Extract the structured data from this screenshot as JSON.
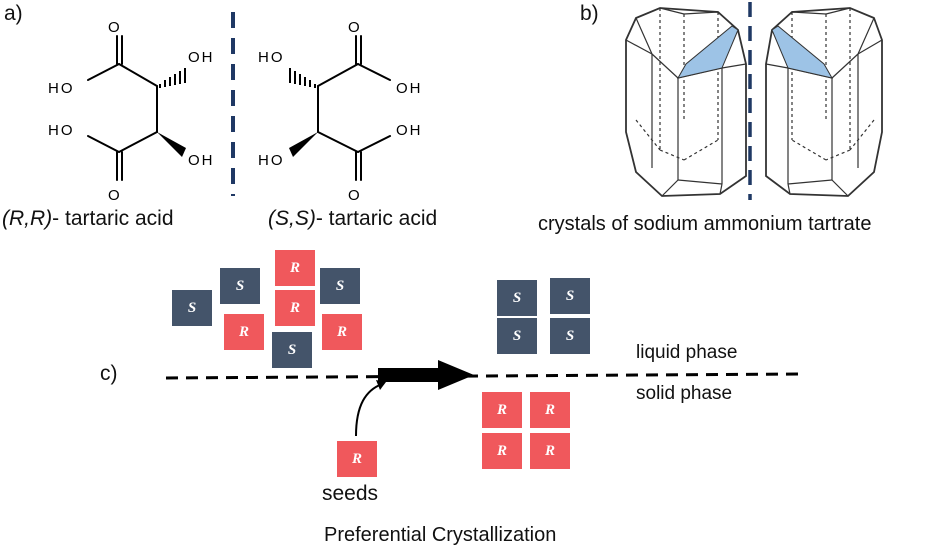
{
  "panels": {
    "a": "a)",
    "b": "b)",
    "c": "c)"
  },
  "molecules": {
    "left": {
      "stereo": "(R,R)",
      "name_suffix": "- tartaric acid",
      "atoms": {
        "o_top": "O",
        "oh_top": "OH",
        "ho_mid": "HO",
        "ho_low": "HO",
        "oh_low": "OH",
        "o_bottom": "O"
      }
    },
    "right": {
      "stereo": "(S,S)",
      "name_suffix": "- tartaric acid",
      "atoms": {
        "o_top": "O",
        "ho_top": "HO",
        "oh_mid": "OH",
        "oh_low": "OH",
        "ho_low": "HO",
        "o_bottom": "O"
      }
    }
  },
  "crystals_caption": "crystals of sodium ammonium tartrate",
  "phases": {
    "liquid": "liquid phase",
    "solid": "solid phase"
  },
  "seeds_label": "seeds",
  "process_title": "Preferential Crystallization",
  "tiles": {
    "S": {
      "letter": "S",
      "color": "#44546a"
    },
    "R": {
      "letter": "R",
      "color": "#f0585c"
    }
  },
  "colors": {
    "divider": "#1f3864",
    "facet": "#9dc3e6",
    "line": "#000000"
  }
}
